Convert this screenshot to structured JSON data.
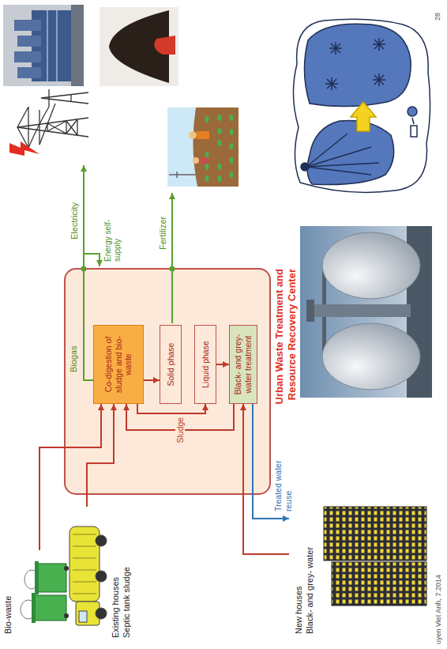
{
  "diagram": {
    "nodes": [
      {
        "text": [
          "Bio-waste"
        ]
      },
      {
        "text": [
          "Existing houses",
          "Septic tank sludge"
        ]
      },
      {
        "text": [
          "New houses",
          "Black- and grey- water"
        ]
      },
      {
        "text": [
          "Urban Waste Treatment and Resource Recovery Center"
        ]
      },
      {
        "text": [
          "Co-digestion of sludge and bio-waste"
        ],
        "in": 3
      },
      {
        "text": [
          "Solid phase"
        ],
        "in": 3
      },
      {
        "text": [
          "Liquid phase"
        ],
        "in": 3
      },
      {
        "text": [
          "Black- and grey- water treatment"
        ],
        "in": 3
      }
    ],
    "edges": [
      {
        "from": 0,
        "to": 4,
        "arrow": "to"
      },
      {
        "from": 1,
        "to": 4,
        "arrow": "to"
      },
      {
        "from": 7,
        "to": 4,
        "label": "Sludge",
        "arrow": "to"
      },
      {
        "from": 4,
        "to": 5,
        "arrow": "to"
      },
      {
        "from": 4,
        "to": 6,
        "arrow": "to"
      },
      {
        "from": 6,
        "to": 7,
        "arrow": "to"
      },
      {
        "from": 2,
        "to": 7,
        "arrow": "to"
      },
      {
        "from": 7,
        "to": 2,
        "label": "Treated water reuse",
        "arrow": "to"
      }
    ],
    "labels": [
      "Biogas",
      "Electricity",
      "Energy self-supply",
      "Fertilizer",
      "uyen Viet Anh, 7.2014",
      "28"
    ]
  }
}
